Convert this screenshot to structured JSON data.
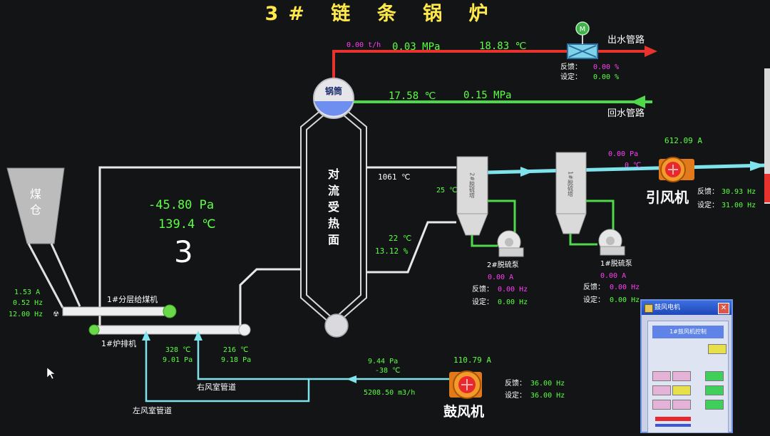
{
  "title": "3# 链 条 锅 炉",
  "outlet": {
    "flow": "0.00 t/h",
    "pressure": "0.03 MPa",
    "temp": "18.83 ℃",
    "label": "出水管路",
    "feedback_label": "反馈：",
    "feedback_value": "0.00 %",
    "set_label": "设定：",
    "set_value": "0.00 %"
  },
  "return": {
    "temp": "17.58 ℃",
    "pressure": "0.15 MPa",
    "label": "回水管路"
  },
  "drum_label": "锅筒",
  "convection_label": [
    "对",
    "流",
    "受",
    "热",
    "面"
  ],
  "coal_bunker_label": [
    "煤",
    "仓"
  ],
  "furnace": {
    "pressure": "-45.80 Pa",
    "temp": "139.4 ℃",
    "number": "3"
  },
  "flue": {
    "temp_top": "1061 ℃",
    "temp_25": "25 ℃",
    "temp_22": "22 ℃",
    "pct": "13.12 %"
  },
  "desulf": {
    "tower1_label": "2#脱硫塔",
    "tower2_label": "1#脱硫塔",
    "pump1_label": "2#脱硫泵",
    "pump2_label": "1#脱硫泵",
    "pump1_current": "0.00 A",
    "pump1_feedback": "0.00 Hz",
    "pump1_set": "0.00 Hz",
    "pump2_current": "0.00 A",
    "pump2_feedback": "0.00 Hz",
    "pump2_set": "0.00 Hz",
    "feedback_label": "反馈：",
    "set_label": "设定："
  },
  "idfan": {
    "label": "引风机",
    "current": "612.09 A",
    "pressure": "0.00 Pa",
    "temp": "0 ℃",
    "feedback": "30.93 Hz",
    "set": "31.00 Hz",
    "feedback_label": "反馈：",
    "set_label": "设定："
  },
  "feeder": {
    "label": "1#分层给煤机",
    "current": "1.53 A",
    "freq": "0.52 Hz",
    "freq2": "12.00 Hz"
  },
  "grate": {
    "label": "1#炉排机",
    "temp1": "328 ℃",
    "pa1": "9.01 Pa",
    "temp2": "216 ℃",
    "pa2": "9.18 Pa"
  },
  "air": {
    "left_duct": "左风室管道",
    "right_duct": "右风室管道",
    "pressure": "9.44 Pa",
    "temp": "-38 ℃",
    "flow": "5208.50 m3/h"
  },
  "fdfan": {
    "label": "鼓风机",
    "current": "110.79 A",
    "feedback": "36.00 Hz",
    "set": "36.00 Hz",
    "feedback_label": "反馈：",
    "set_label": "设定："
  },
  "popup": {
    "title": "鼓风电机",
    "header": "1#鼓风机控制"
  },
  "colors": {
    "supply_pipe": "#e8322e",
    "return_pipe": "#4fd94a",
    "air_pipe": "#7fe3ec",
    "flue_pipe": "#7fe3ec",
    "line_white": "#e8e8e8",
    "value_green": "#5cff43",
    "value_magenta": "#ff3df6",
    "title_yellow": "#ffe94a",
    "fan_orange": "#e07a1a"
  }
}
